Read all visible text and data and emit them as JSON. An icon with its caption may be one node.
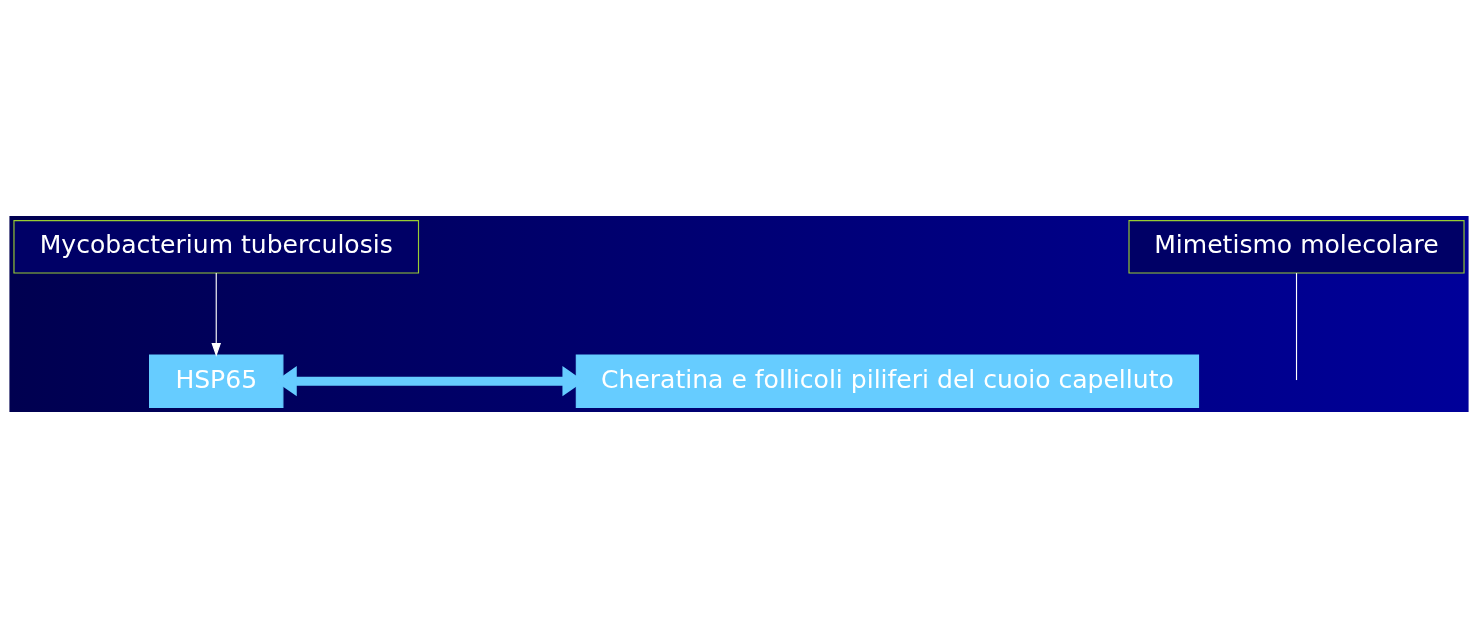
{
  "diagram": {
    "nodes": [
      {
        "text": [
          "Mycobacterium tuberculosis"
        ]
      },
      {
        "text": [
          "HSP65"
        ]
      },
      {
        "text": [
          "Cheratina e follicoli piliferi del cuoio capelluto"
        ]
      },
      {
        "text": [
          "Mimetismo molecolare"
        ]
      }
    ],
    "edges": [
      {
        "from": 0,
        "to": 1,
        "arrow": "to"
      },
      {
        "from": 1,
        "to": 2,
        "arrow": "both",
        "style": "thick",
        "color": "#66ccff"
      },
      {
        "from": 3,
        "to": null,
        "arrow": "none"
      }
    ]
  }
}
